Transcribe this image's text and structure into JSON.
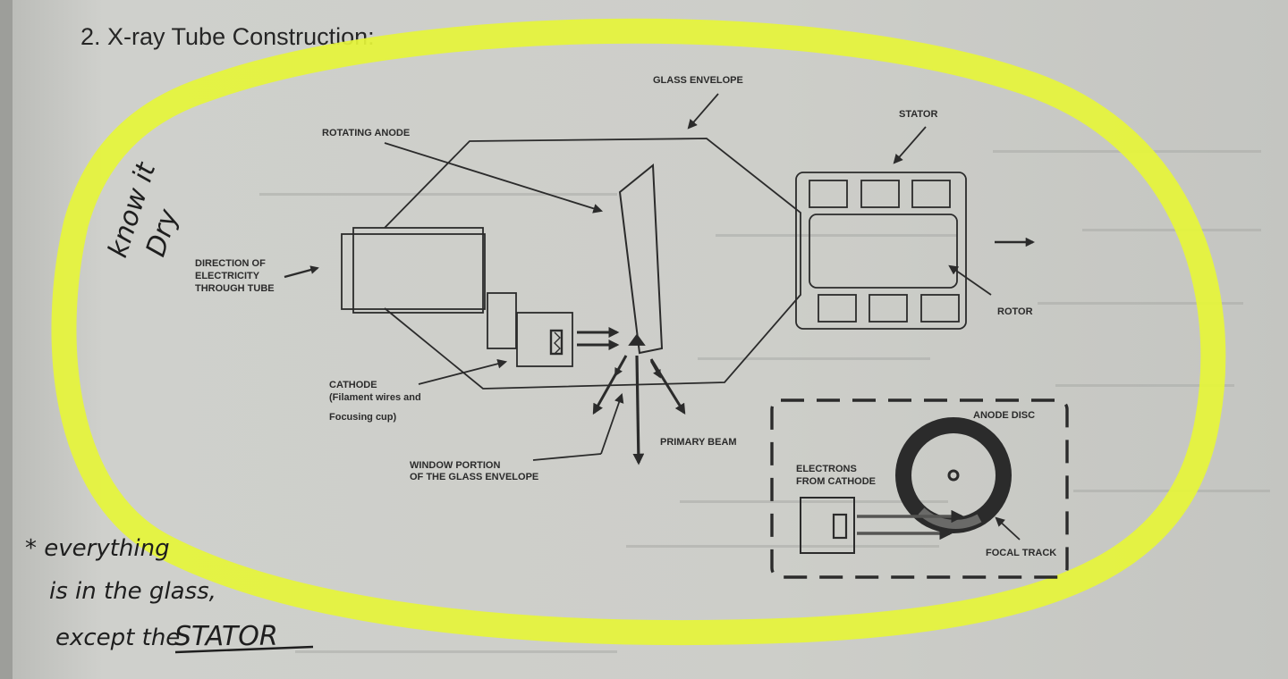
{
  "page": {
    "heading": "2. X-ray Tube Construction:"
  },
  "diagram": {
    "labels": {
      "glass_envelope": "GLASS ENVELOPE",
      "rotating_anode": "ROTATING ANODE",
      "stator": "STATOR",
      "direction_line1": "DIRECTION OF",
      "direction_line2": "ELECTRICITY",
      "direction_line3": "THROUGH TUBE",
      "rotor": "ROTOR",
      "cathode_line1": "CATHODE",
      "cathode_line2": "(Filament wires and",
      "cathode_line3": "Focusing cup)",
      "primary_beam": "PRIMARY BEAM",
      "window_line1": "WINDOW PORTION",
      "window_line2": "OF THE GLASS ENVELOPE",
      "anode_disc": "ANODE DISC",
      "electrons_line1": "ELECTRONS",
      "electrons_line2": "FROM CATHODE",
      "focal_track": "FOCAL TRACK"
    }
  },
  "notes": {
    "margin_note_line1": "know it",
    "margin_note_line2": "Dry",
    "bottom_note_line1": "* everything",
    "bottom_note_line2": "is in the glass,",
    "bottom_note_line3": "except the",
    "bottom_note_emphasis": "STATOR"
  },
  "colors": {
    "paper": "#c9cac6",
    "highlighter": "#e6f53a",
    "ink": "#2b2b2b"
  }
}
